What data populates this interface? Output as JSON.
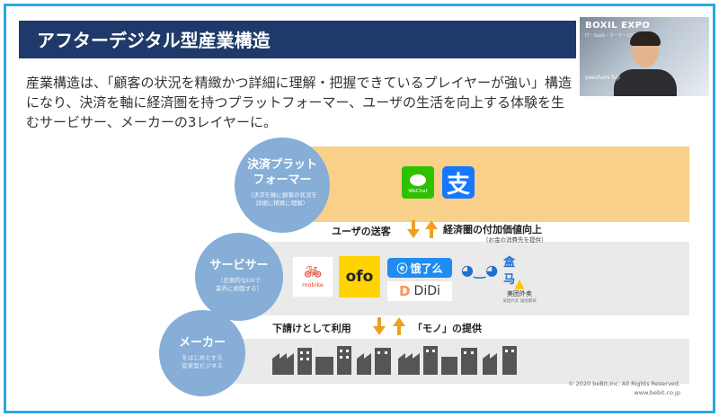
{
  "slide": {
    "title": "アフターデジタル型産業構造",
    "intro": "産業構造は、「顧客の状況を精緻かつ詳細に理解・把握できているプレイヤーが強い」構造になり、決済を軸に経済圏を持つプラットフォーマー、ユーザの生活を向上する体験を生むサービサー、メーカーの3レイヤーに。"
  },
  "camera": {
    "event_title": "BOXIL EXPO",
    "event_subtitle": "IT・SaaS・マーケ・DX展",
    "speaker_name": "yasufumi fuji"
  },
  "layers": [
    {
      "title": "決済プラット\nフォーマー",
      "subtitle": "（決済を軸に顧客の状況を\n詳細に精緻に理解）"
    },
    {
      "title": "サービサー",
      "subtitle": "（圧倒的なUXで\n業界に君臨する）"
    },
    {
      "title": "メーカー",
      "subtitle": "をはじめとする\n従来型ビジネス"
    }
  ],
  "flows": {
    "upper_left": "ユーザの送客",
    "upper_right": "経済圏の付加価値向上",
    "upper_right_sub": "（お金の消費先を提供）",
    "lower_left": "下請けとして利用",
    "lower_right": "「モノ」の提供"
  },
  "logos": {
    "wechat_label": "WeChat",
    "alipay_glyph": "支",
    "mobike_label": "mobike",
    "ofo_label": "ofo",
    "eleme_label": "饿了么",
    "didi_label": "DiDi",
    "hema_label": "盒马",
    "meituan_label": "美团外卖",
    "meituan_sub": "美团外卖 送啥都快"
  },
  "footer": {
    "copyright": "© 2020 beBit,Inc. All Rights Reserved.",
    "url": "www.bebit.co.jp"
  },
  "colors": {
    "frame_border": "#2aa8e0",
    "title_bar": "#1f3a6a",
    "top_band": "#f8d08a",
    "layer_circle": "#86aed6",
    "arrow": "#f0a020"
  }
}
